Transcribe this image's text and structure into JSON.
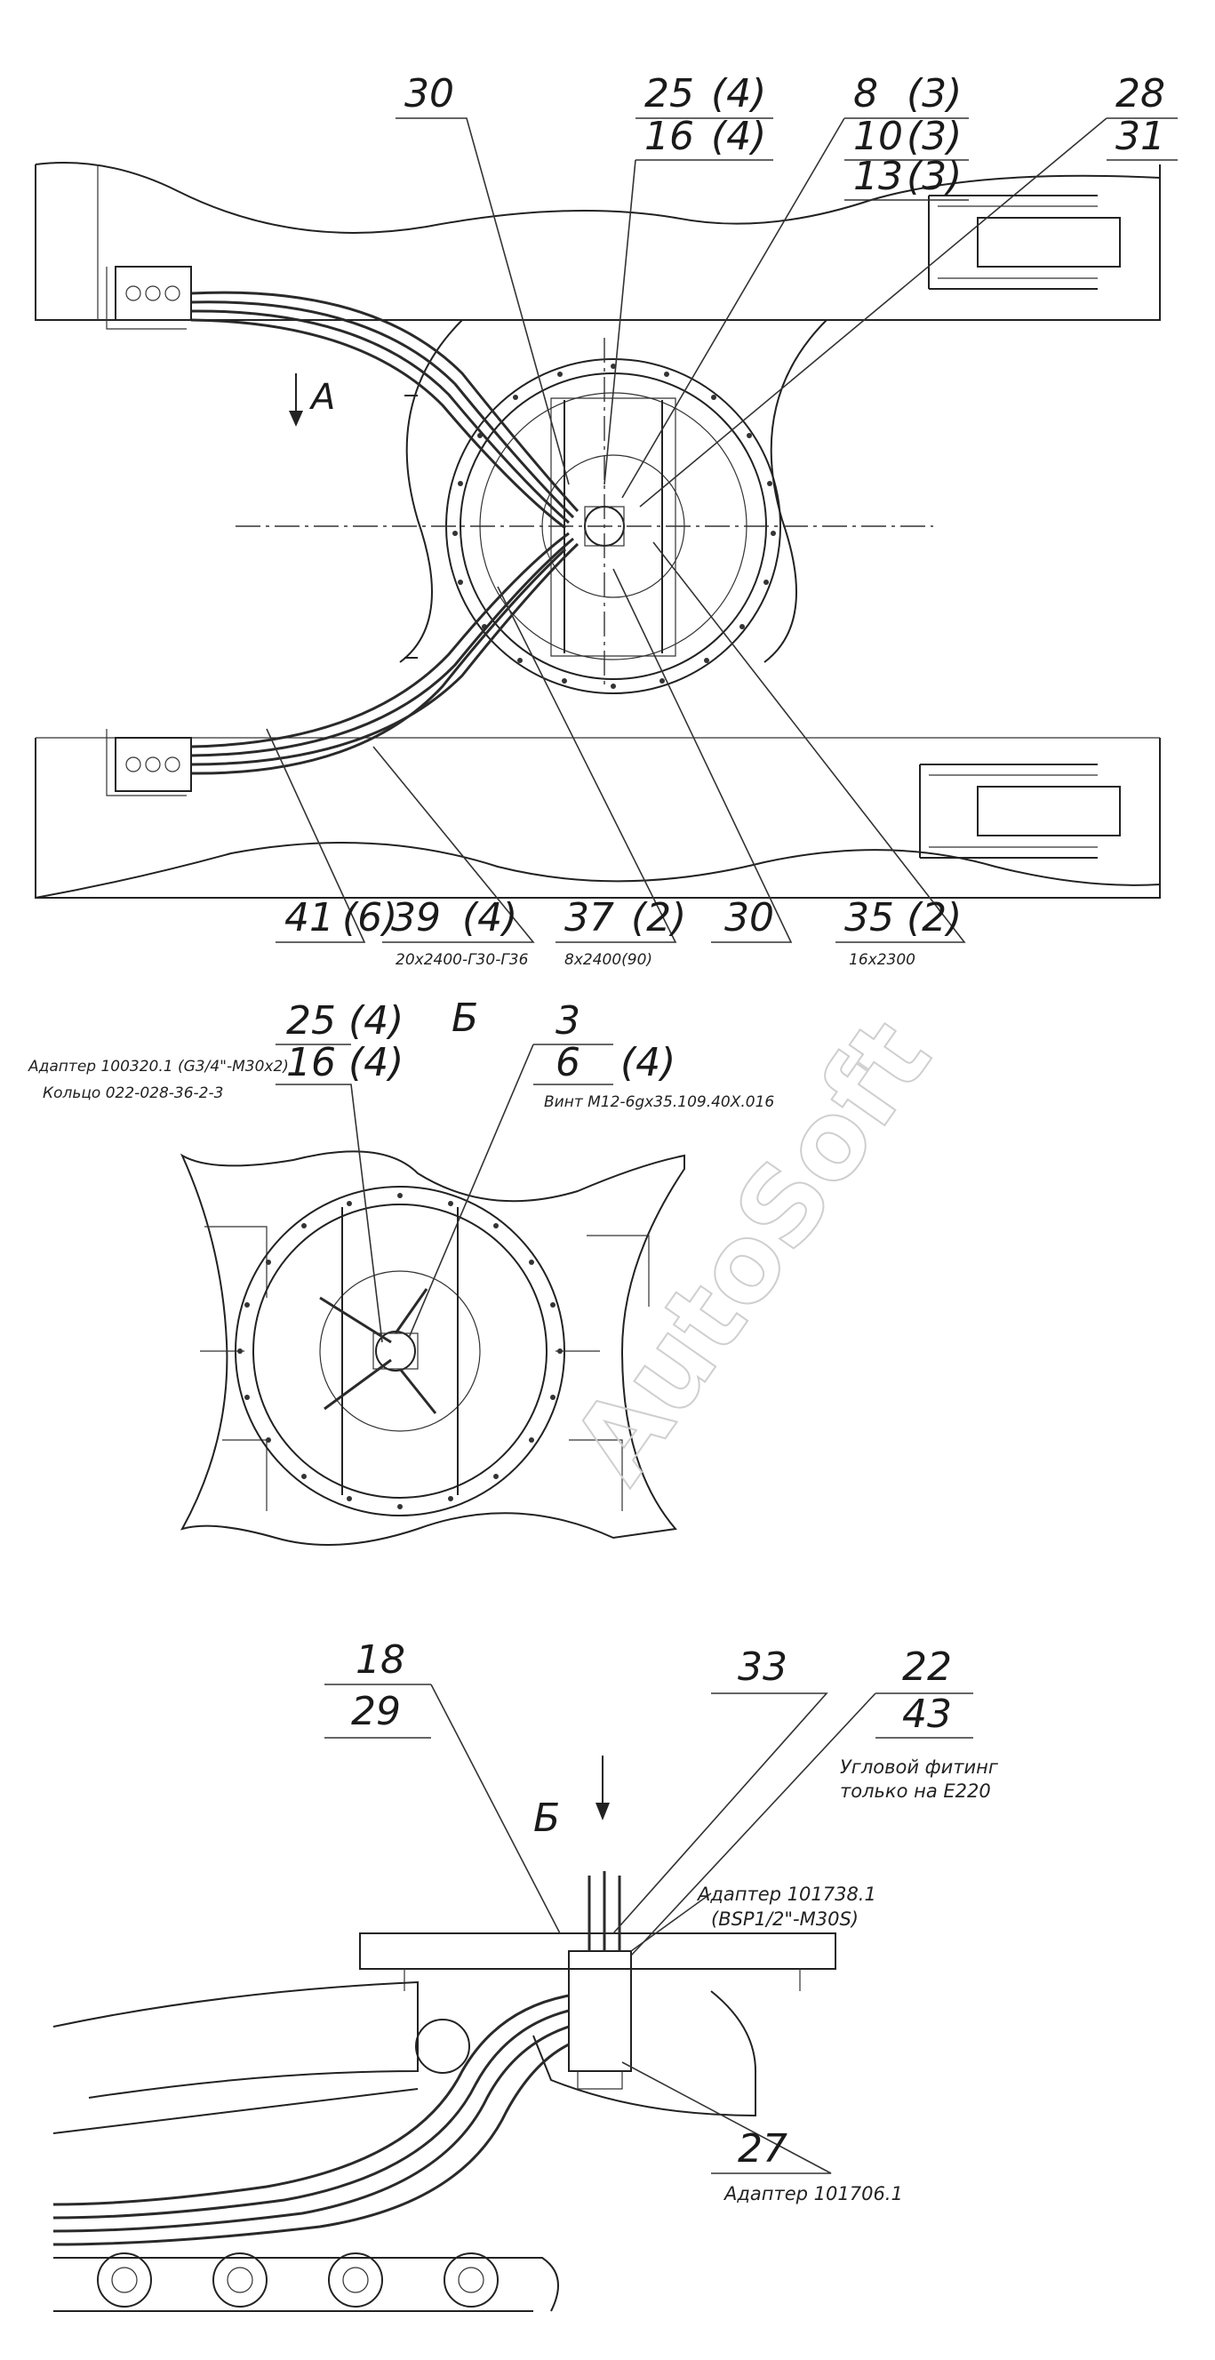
{
  "top_view": {
    "view_label": "A",
    "callouts": {
      "c30_top": "30",
      "c25": "25",
      "c25q": "(4)",
      "c16": "16",
      "c16q": "(4)",
      "c8": "8",
      "c8q": "(3)",
      "c10": "10",
      "c10q": "(3)",
      "c13": "13",
      "c13q": "(3)",
      "c28": "28",
      "c31": "31",
      "c41": "41",
      "c41q": "(6)",
      "c39": "39",
      "c39q": "(4)",
      "c37": "37",
      "c37q": "(2)",
      "c30_bot": "30",
      "c35": "35",
      "c35q": "(2)"
    },
    "notes": {
      "hose39": "20x2400-Г30-Г36",
      "hose37": "8x2400(90)",
      "hose35": "16x2300"
    }
  },
  "view_b": {
    "title": "Б",
    "callouts": {
      "c25": "25",
      "c25q": "(4)",
      "c16": "16",
      "c16q": "(4)",
      "c3": "3",
      "c6": "6",
      "c6q": "(4)"
    },
    "notes": {
      "adapter": "Адаптер 100320.1 (G3/4\"-M30x2)",
      "ring": "Кольцо 022-028-36-2-3",
      "screw": "Винт M12-6gx35.109.40X.016"
    }
  },
  "side_view": {
    "arrow_label": "Б",
    "callouts": {
      "c18": "18",
      "c29": "29",
      "c33": "33",
      "c22": "22",
      "c43": "43",
      "c27": "27"
    },
    "notes": {
      "fitting1": "Угловой фитинг",
      "fitting2": "только на Е220",
      "adapter1": "Адаптер 101738.1",
      "adapter1b": "(BSP1/2\"-M30S)",
      "adapter2": "Адаптер 101706.1"
    }
  },
  "watermark": "AutoSoft"
}
